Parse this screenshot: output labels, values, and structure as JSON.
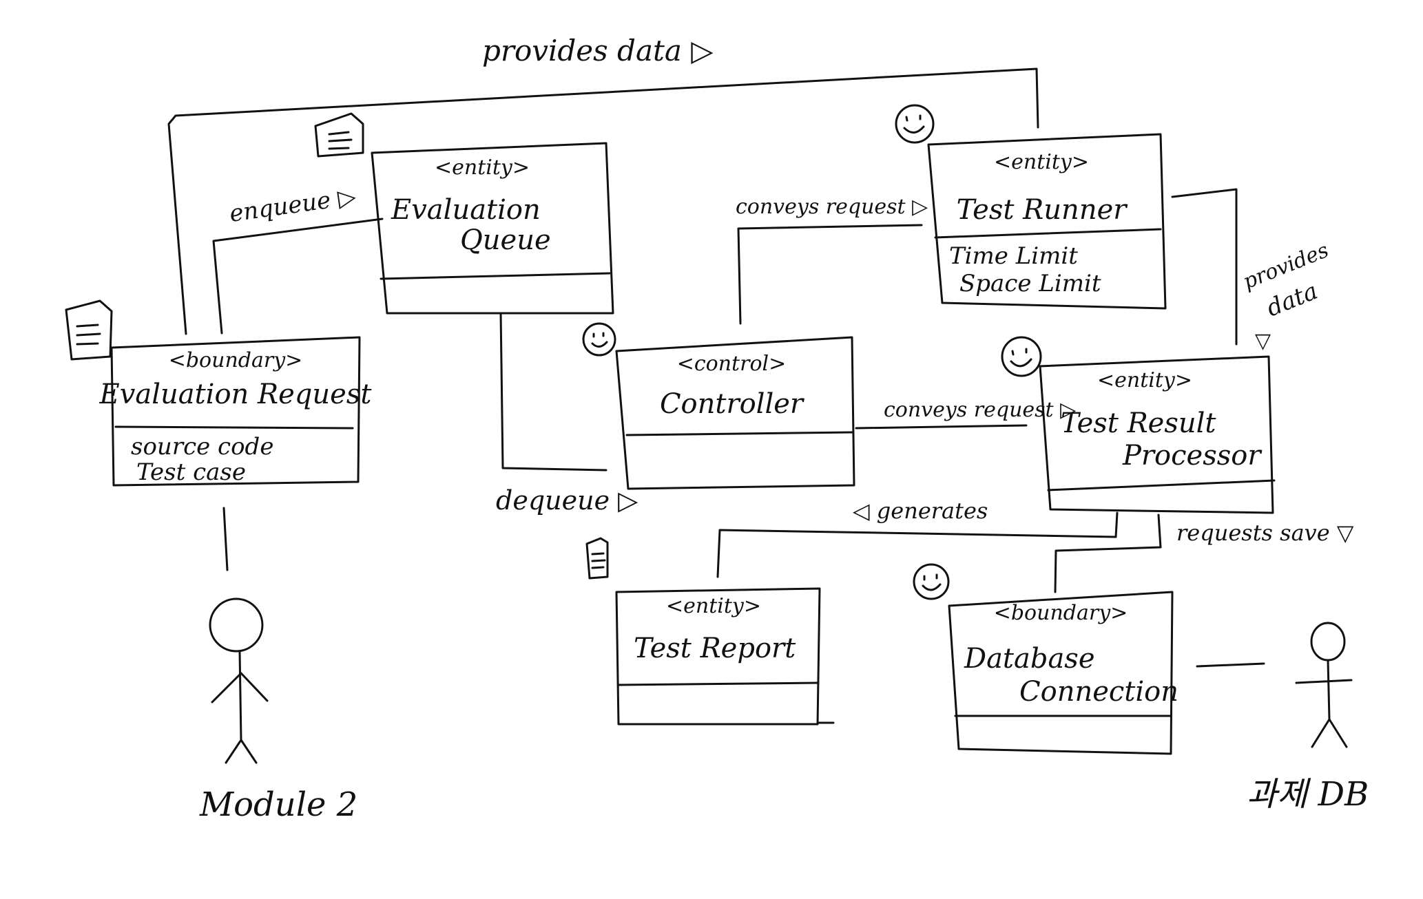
{
  "diagram": {
    "classes": {
      "evaluation_request": {
        "stereotype": "<boundary>",
        "name": "Evaluation Request",
        "attributes": [
          "source code",
          "Test case"
        ],
        "icon": "document-icon"
      },
      "evaluation_queue": {
        "stereotype": "<entity>",
        "name_lines": [
          "Evaluation",
          "Queue"
        ],
        "icon": "document-icon"
      },
      "test_runner": {
        "stereotype": "<entity>",
        "name": "Test Runner",
        "attributes": [
          "Time Limit",
          "Space Limit"
        ],
        "icon": "smiley-icon"
      },
      "controller": {
        "stereotype": "<control>",
        "name": "Controller",
        "icon": "smiley-icon"
      },
      "test_result_processor": {
        "stereotype": "<entity>",
        "name_lines": [
          "Test Result",
          "Processor"
        ],
        "icon": "smiley-icon"
      },
      "test_report": {
        "stereotype": "<entity>",
        "name": "Test Report",
        "icon": "document-icon"
      },
      "database_connection": {
        "stereotype": "<boundary>",
        "name_lines": [
          "Database",
          "Connection"
        ],
        "icon": "smiley-icon"
      }
    },
    "actors": {
      "module2": "Module 2",
      "assignment_db": "과제 DB"
    },
    "edges": {
      "provides_data_top": "provides data ▷",
      "enqueue": "enqueue ▷",
      "conveys_request_top": "conveys request ▷",
      "provides_data_right_lines": [
        "provides",
        "data"
      ],
      "provides_data_right_arrow": "▽",
      "conveys_request_mid": "conveys request ▷",
      "dequeue": "dequeue ▷",
      "generates": "◁ generates",
      "requests_save": "requests save ▽"
    }
  }
}
